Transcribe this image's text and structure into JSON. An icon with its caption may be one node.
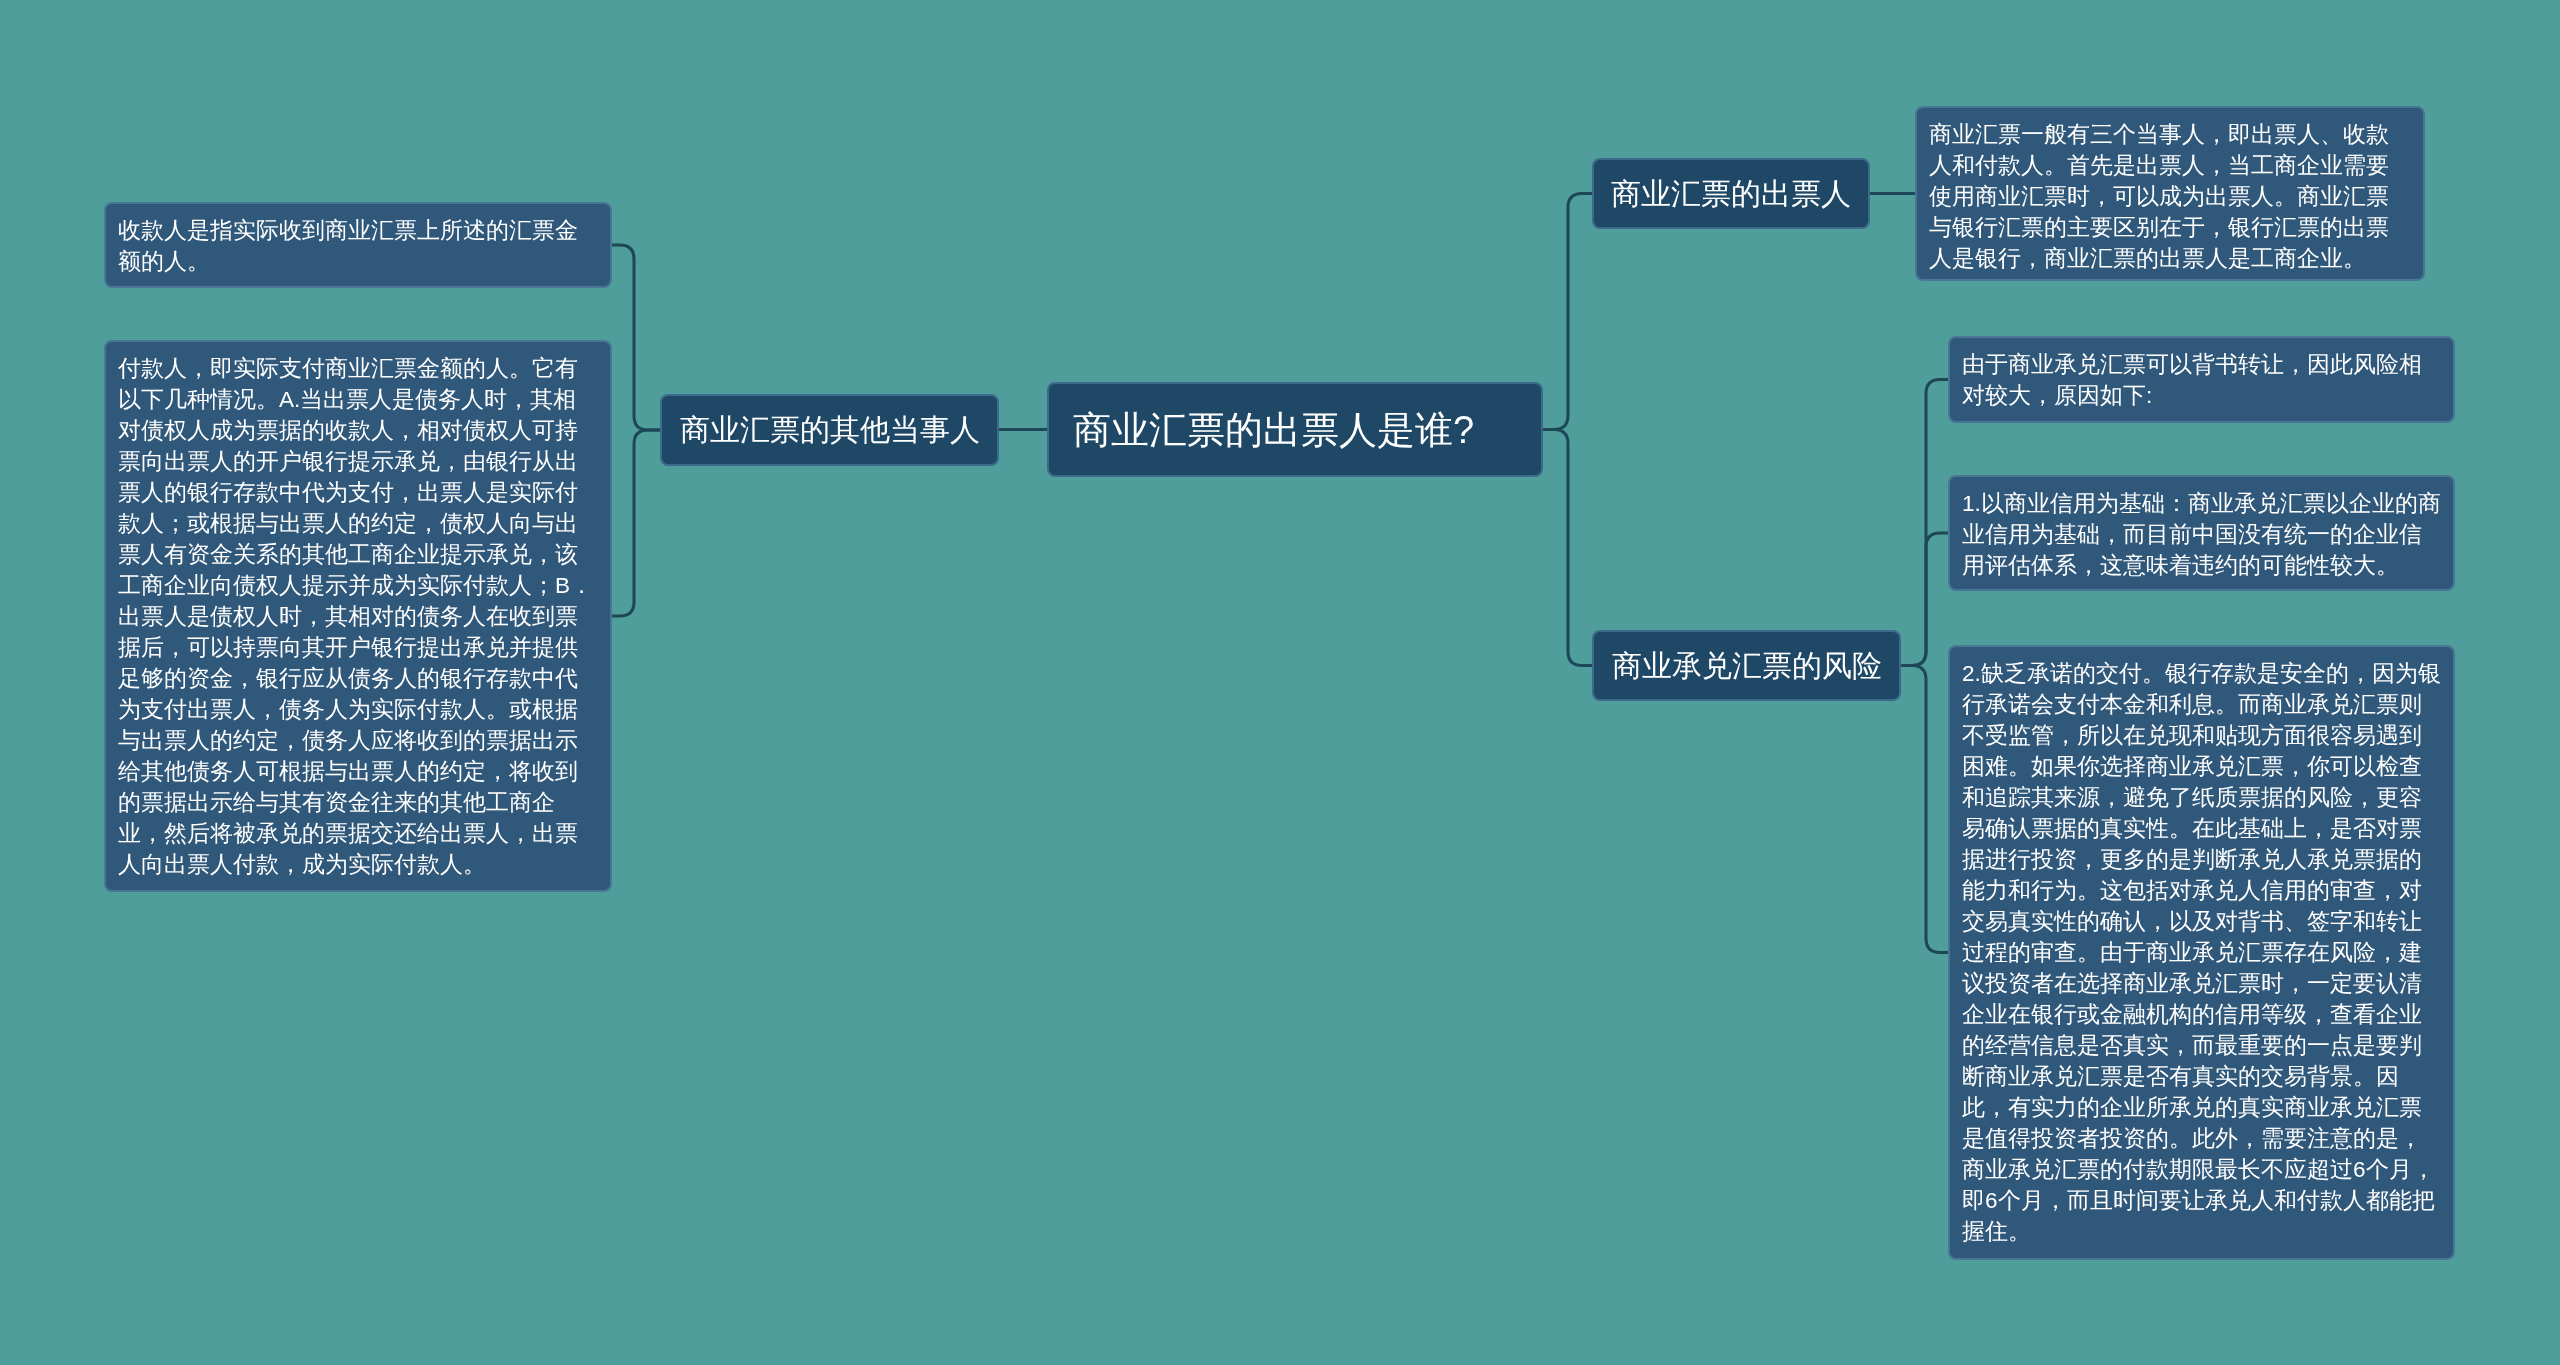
{
  "diagram": {
    "nodes": [
      {
        "text": [
          "商业汇票的出票人是谁?"
        ]
      },
      {
        "text": [
          "商业汇票的其他当事人"
        ]
      },
      {
        "text": [
          "收款人是指实际收到商业汇票上所述的汇票金额的人。"
        ]
      },
      {
        "text": [
          "付款人，即实际支付商业汇票金额的人。它有以下几种情况。A.当出票人是债务人时，其相对债权人成为票据的收款人，相对债权人可持票向出票人的开户银行提示承兑，由银行从出票人的银行存款中代为支付，出票人是实际付款人；或根据与出票人的约定，债权人向与出票人有资金关系的其他工商企业提示承兑，该工商企业向债权人提示并成为实际付款人；B．出票人是债权人时，其相对的债务人在收到票据后，可以持票向其开户银行提出承兑并提供足够的资金，银行应从债务人的银行存款中代为支付出票人，债务人为实际付款人。或根据与出票人的约定，债务人应将收到的票据出示给其他债务人可根据与出票人的约定，将收到的票据出示给与其有资金往来的其他工商企业，然后将被承兑的票据交还给出票人，出票人向出票人付款，成为实际付款人。"
        ]
      },
      {
        "text": [
          "商业汇票的出票人"
        ]
      },
      {
        "text": [
          "商业汇票一般有三个当事人，即出票人、收款人和付款人。首先是出票人，当工商企业需要使用商业汇票时，可以成为出票人。商业汇票与银行汇票的主要区别在于，银行汇票的出票人是银行，商业汇票的出票人是工商企业。"
        ]
      },
      {
        "text": [
          "商业承兑汇票的风险"
        ]
      },
      {
        "text": [
          "由于商业承兑汇票可以背书转让，因此风险相对较大，原因如下:"
        ]
      },
      {
        "text": [
          "1.以商业信用为基础：商业承兑汇票以企业的商业信用为基础，而目前中国没有统一的企业信用评估体系，这意味着违约的可能性较大。"
        ]
      },
      {
        "text": [
          "2.缺乏承诺的交付。银行存款是安全的，因为银行承诺会支付本金和利息。而商业承兑汇票则不受监管，所以在兑现和贴现方面很容易遇到困难。如果你选择商业承兑汇票，你可以检查和追踪其来源，避免了纸质票据的风险，更容易确认票据的真实性。在此基础上，是否对票据进行投资，更多的是判断承兑人承兑票据的能力和行为。这包括对承兑人信用的审查，对交易真实性的确认，以及对背书、签字和转让过程的审查。由于商业承兑汇票存在风险，建议投资者在选择商业承兑汇票时，一定要认清企业在银行或金融机构的信用等级，查看企业的经营信息是否真实，而最重要的一点是要判断商业承兑汇票是否有真实的交易背景。因此，有实力的企业所承兑的真实商业承兑汇票是值得投资者投资的。此外，需要注意的是，商业承兑汇票的付款期限最长不应超过6个月，即6个月，而且时间要让承兑人和付款人都能把握住。"
        ]
      }
    ],
    "edges": [
      {
        "from": 0,
        "to": 1,
        "arrow": "none"
      },
      {
        "from": 1,
        "to": 2,
        "arrow": "none"
      },
      {
        "from": 1,
        "to": 3,
        "arrow": "none"
      },
      {
        "from": 0,
        "to": 4,
        "arrow": "none"
      },
      {
        "from": 4,
        "to": 5,
        "arrow": "none"
      },
      {
        "from": 0,
        "to": 6,
        "arrow": "none"
      },
      {
        "from": 6,
        "to": 7,
        "arrow": "none"
      },
      {
        "from": 6,
        "to": 8,
        "arrow": "none"
      },
      {
        "from": 6,
        "to": 9,
        "arrow": "none"
      }
    ]
  }
}
